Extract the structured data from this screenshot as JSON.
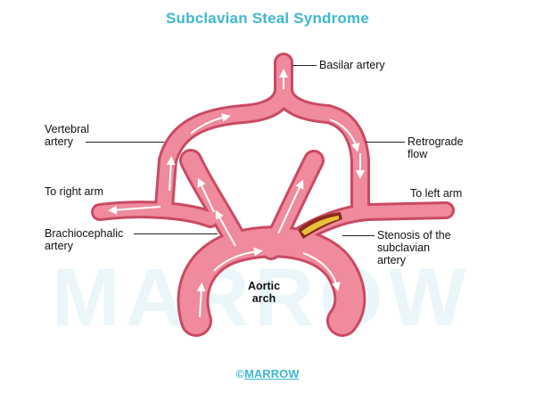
{
  "title": "Subclavian Steal Syndrome",
  "labels": {
    "basilar": "Basilar artery",
    "vertebral_line1": "Vertebral",
    "vertebral_line2": "artery",
    "retrograde_line1": "Retrograde",
    "retrograde_line2": "flow",
    "right_arm": "To right arm",
    "left_arm": "To left arm",
    "brachio_line1": "Brachiocephalic",
    "brachio_line2": "artery",
    "stenosis_line1": "Stenosis of the",
    "stenosis_line2": "subclavian",
    "stenosis_line3": "artery",
    "aortic_line1": "Aortic",
    "aortic_line2": "arch"
  },
  "watermark": "MARROW",
  "footer": {
    "symbol": "©",
    "brand": "MARROW"
  },
  "colors": {
    "artery": "#ef7f93",
    "artery_dark": "#c94a63",
    "title": "#3fb7cf",
    "plaque": "#e8c23a"
  }
}
